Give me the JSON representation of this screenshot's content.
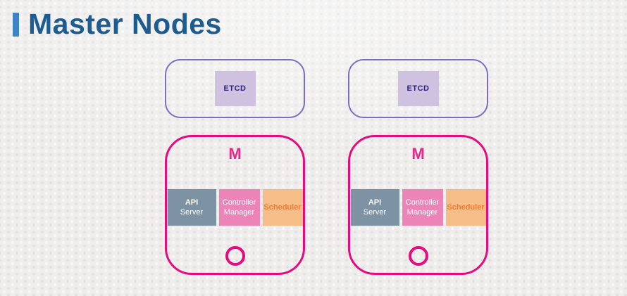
{
  "title": {
    "text": "Master Nodes"
  },
  "colors": {
    "background": "#eeedec",
    "title_text": "#1d5c90",
    "title_accent_bar": "#3e83c3",
    "etcd_border": "#7c6dc6",
    "etcd_fill": "#cec2e0",
    "etcd_text": "#32217b",
    "master_border": "#e50c7e",
    "master_label": "#e62a87",
    "api_server_fill": "#7d93a3",
    "api_server_text": "#ffffff",
    "controller_manager_fill": "#ec84b8",
    "controller_manager_text": "#ffffff",
    "scheduler_fill": "#f5bd88",
    "scheduler_text": "#ed7d31"
  },
  "nodes": [
    {
      "etcd_label": "ETCD",
      "master_label": "M",
      "components": [
        {
          "line1": "API",
          "line2": "Server"
        },
        {
          "line1": "Controller",
          "line2": "Manager"
        },
        {
          "line1": "Scheduler"
        }
      ]
    },
    {
      "etcd_label": "ETCD",
      "master_label": "M",
      "components": [
        {
          "line1": "API",
          "line2": "Server"
        },
        {
          "line1": "Controller",
          "line2": "Manager"
        },
        {
          "line1": "Scheduler"
        }
      ]
    }
  ]
}
